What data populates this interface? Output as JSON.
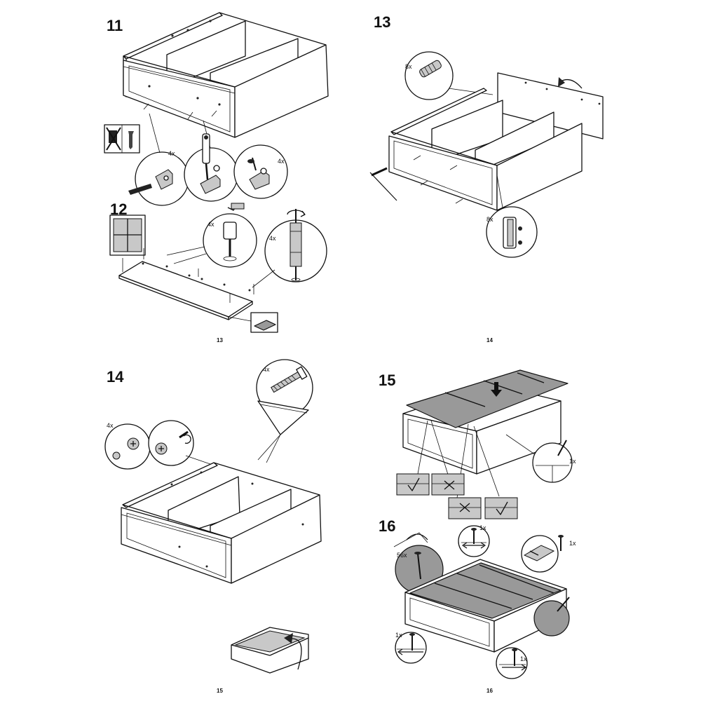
{
  "steps": {
    "s11": {
      "number": "11",
      "qty_brackets_a": "4x",
      "qty_brackets_b": "4x"
    },
    "s12": {
      "number": "12",
      "qty_dowels": "4x",
      "qty_cam_bolts": "4x"
    },
    "s13": {
      "number": "13",
      "qty_dowels": "8x",
      "qty_clips": "8x"
    },
    "s14": {
      "number": "14",
      "qty_cam_locks": "4x",
      "qty_screws": "4x"
    },
    "s15": {
      "number": "15",
      "qty_nail": "1x"
    },
    "s16": {
      "number": "16",
      "qty_nails_total": "56x",
      "qty_nail_a": "1x",
      "qty_nail_b": "1x",
      "qty_nail_c": "1x",
      "qty_nail_d": "1x"
    }
  },
  "page_numbers": {
    "p13": "13",
    "p14": "14",
    "p15": "15",
    "p16": "16"
  },
  "icons": [
    "no-electric-drill-icon",
    "hammer-icon",
    "screwdriver-icon",
    "rotate-arrow-icon",
    "push-down-arrow-icon",
    "cross-icon",
    "check-icon"
  ]
}
